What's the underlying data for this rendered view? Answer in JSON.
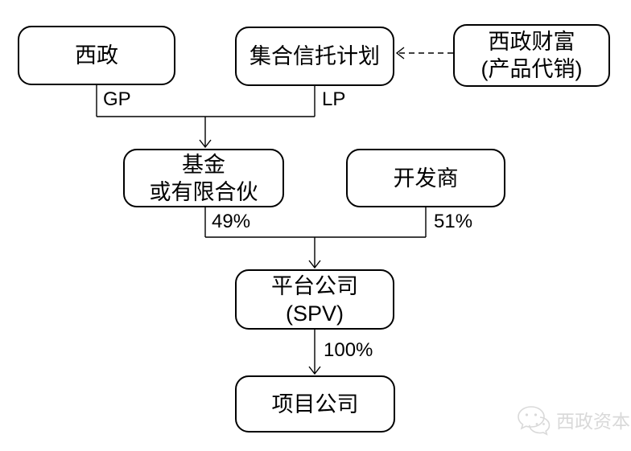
{
  "diagram": {
    "type": "org-structure-flowchart",
    "colors": {
      "stroke": "#000000",
      "background": "#ffffff",
      "watermark": "#d9d9d9"
    },
    "nodes": [
      {
        "id": "xizheng",
        "line1": "西政"
      },
      {
        "id": "trust",
        "line1": "集合信托计划"
      },
      {
        "id": "wealth",
        "line1": "西政财富",
        "line2": "(产品代销)"
      },
      {
        "id": "fund",
        "line1": "基金",
        "line2": "或有限合伙"
      },
      {
        "id": "developer",
        "line1": "开发商"
      },
      {
        "id": "spv",
        "line1": "平台公司",
        "line2": "(SPV)"
      },
      {
        "id": "project",
        "line1": "项目公司"
      }
    ],
    "edge_labels": {
      "gp": "GP",
      "lp": "LP",
      "fund_share": "49%",
      "developer_share": "51%",
      "spv_share": "100%"
    },
    "edges": [
      {
        "from": "xizheng",
        "to": "fund",
        "label": "GP",
        "style": "solid"
      },
      {
        "from": "trust",
        "to": "fund",
        "label": "LP",
        "style": "solid"
      },
      {
        "from": "wealth",
        "to": "trust",
        "label": "",
        "style": "dashed"
      },
      {
        "from": "fund",
        "to": "spv",
        "label": "49%",
        "style": "solid"
      },
      {
        "from": "developer",
        "to": "spv",
        "label": "51%",
        "style": "solid"
      },
      {
        "from": "spv",
        "to": "project",
        "label": "100%",
        "style": "solid"
      }
    ]
  },
  "watermark": {
    "icon": "wechat-icon",
    "text": "西政资本"
  }
}
